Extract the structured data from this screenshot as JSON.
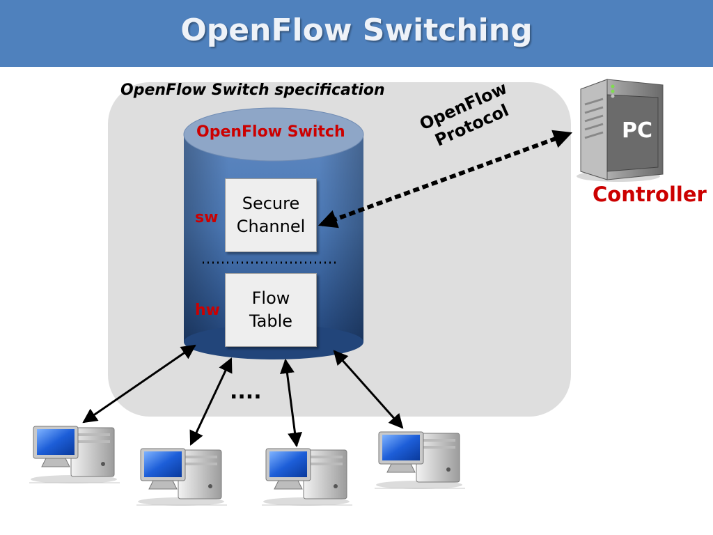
{
  "title": "OpenFlow Switching",
  "spec_label": "OpenFlow Switch specification",
  "switch": {
    "title": "OpenFlow Switch",
    "sw_label": "sw",
    "hw_label": "hw",
    "secure_channel": [
      "Secure",
      "Channel"
    ],
    "flow_table": [
      "Flow",
      "Table"
    ]
  },
  "protocol_label": [
    "OpenFlow",
    "Protocol"
  ],
  "controller": {
    "pc_label": "PC",
    "label": "Controller"
  },
  "hosts_ellipsis": "....",
  "colors": {
    "title_bar": "#4f81bd",
    "spec_area": "#dedede",
    "cylinder_top": "#8ea6c7",
    "cylinder_body": "#3e6aa6",
    "accent_red": "#cc0000"
  },
  "icons": [
    "server-tower-icon",
    "desktop-computer-icon"
  ]
}
